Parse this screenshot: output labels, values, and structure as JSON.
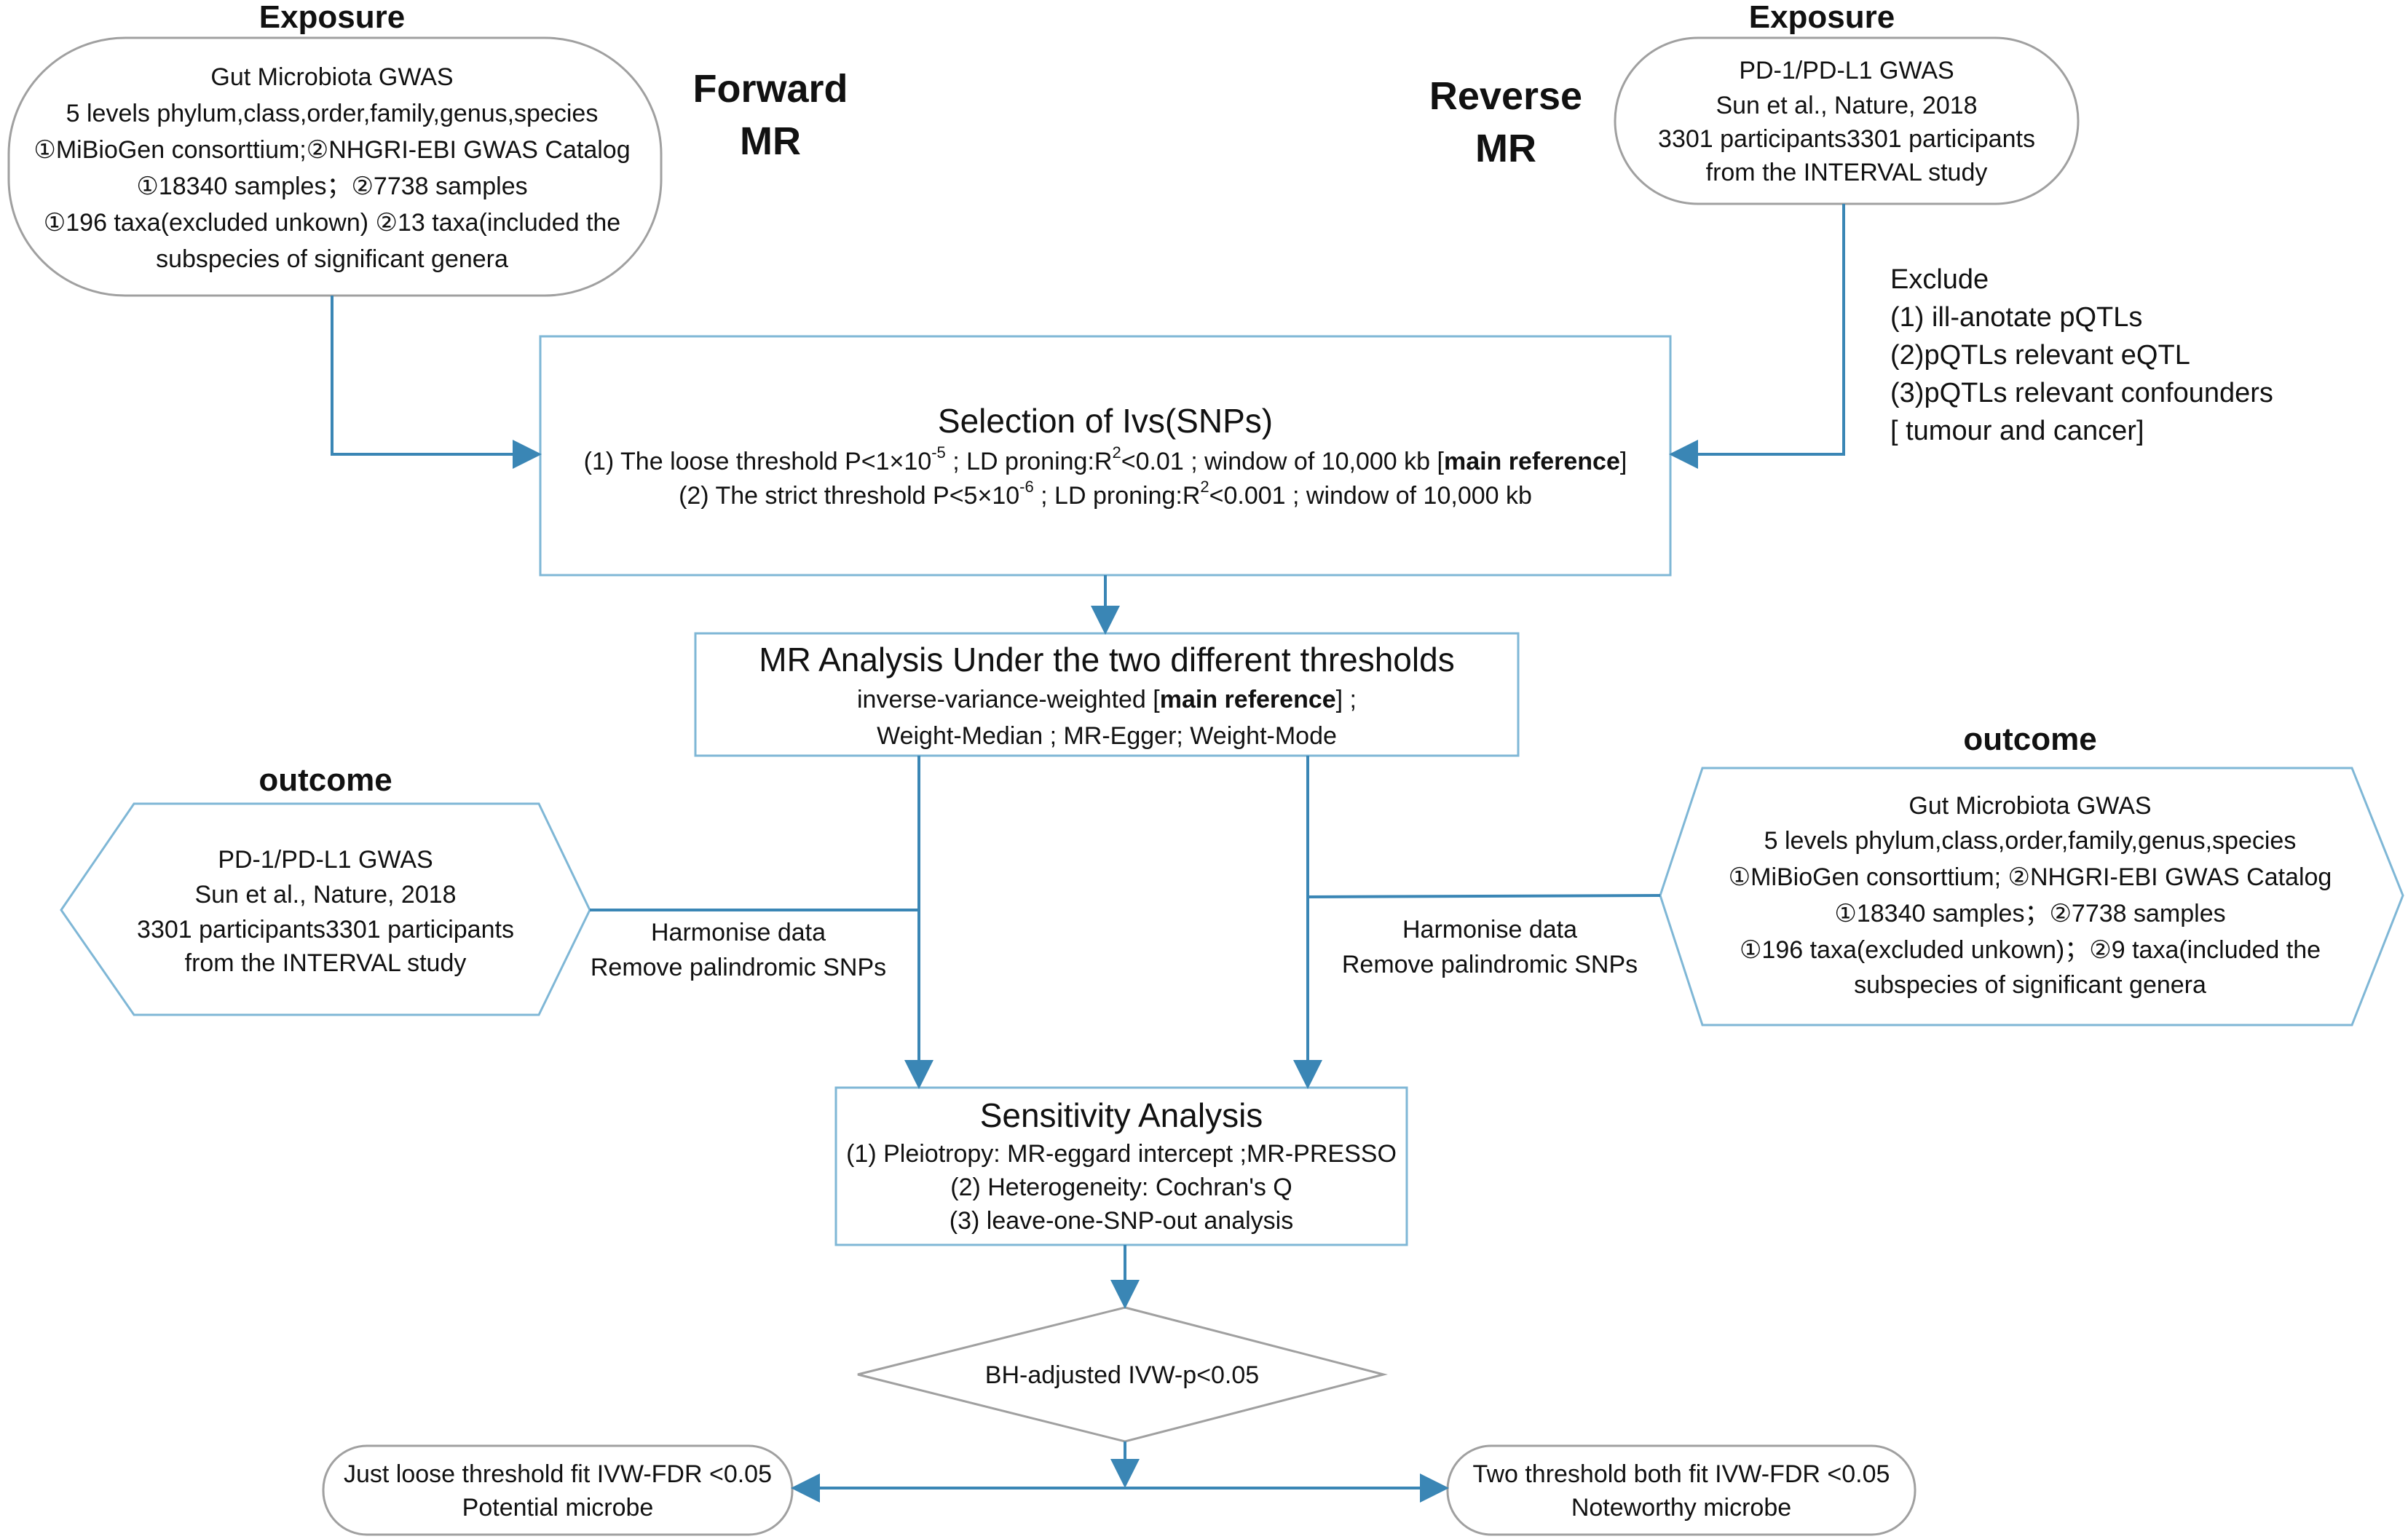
{
  "colors": {
    "box_border": "#7fb7d6",
    "rounded_border": "#a0a0a0",
    "arrow": "#3a86b5"
  },
  "forward_title": [
    "Forward",
    "MR"
  ],
  "reverse_title": [
    "Reverse",
    "MR"
  ],
  "exposure_left": {
    "heading": "Exposure",
    "lines": [
      "Gut Microbiota GWAS",
      "5 levels phylum,class,order,family,genus,species",
      "①MiBioGen consorttium;②NHGRI-EBI GWAS Catalog",
      "①18340 samples；②7738 samples",
      "①196 taxa(excluded unkown) ②13 taxa(included the",
      "subspecies of significant genera"
    ]
  },
  "exposure_right": {
    "heading": "Exposure",
    "lines": [
      "PD-1/PD-L1 GWAS",
      "Sun et al., Nature, 2018",
      "3301 participants3301 participants",
      "from the INTERVAL study"
    ]
  },
  "exclude": {
    "lines": [
      "Exclude",
      "(1) ill-anotate pQTLs",
      "(2)pQTLs relevant eQTL",
      "(3)pQTLs relevant confounders",
      "[ tumour and cancer]"
    ]
  },
  "selection": {
    "title": "Selection of Ivs(SNPs)",
    "line1": {
      "a": "(1) The loose threshold P<1×10",
      "sup1": "-5",
      "b": " ; LD proning:R",
      "sup2": "2",
      "c": "<0.01 ; window of 10,000 kb [",
      "bold": "main reference",
      "d": "]"
    },
    "line2": {
      "a": "(2) The strict threshold P<5×10",
      "sup1": "-6",
      "b": " ; LD proning:R",
      "sup2": "2",
      "c": "<0.001 ; window of 10,000 kb"
    }
  },
  "mr_analysis": {
    "title": "MR Analysis Under the two different thresholds",
    "line1_a": "inverse-variance-weighted [",
    "line1_bold": "main reference",
    "line1_b": "] ;",
    "line2": "Weight-Median ; MR-Egger; Weight-Mode"
  },
  "outcome_left": {
    "heading": "outcome",
    "lines": [
      "PD-1/PD-L1 GWAS",
      "Sun et al., Nature, 2018",
      "3301 participants3301 participants",
      "from the INTERVAL study"
    ]
  },
  "outcome_right": {
    "heading": "outcome",
    "lines": [
      "Gut Microbiota GWAS",
      "5 levels phylum,class,order,family,genus,species",
      "①MiBioGen consorttium; ②NHGRI-EBI GWAS Catalog",
      "①18340 samples；②7738 samples",
      "①196 taxa(excluded unkown)；②9 taxa(included the",
      "subspecies of significant genera"
    ]
  },
  "harmonise_left": [
    "Harmonise data",
    "Remove palindromic SNPs"
  ],
  "harmonise_right": [
    "Harmonise data",
    "Remove palindromic SNPs"
  ],
  "sensitivity": {
    "title": "Sensitivity Analysis",
    "lines": [
      "(1) Pleiotropy: MR-eggard intercept ;MR-PRESSO",
      "(2) Heterogeneity: Cochran's Q",
      "(3) leave-one-SNP-out analysis"
    ]
  },
  "decision": "BH-adjusted IVW-p<0.05",
  "result_left": [
    "Just loose threshold fit IVW-FDR <0.05",
    "Potential microbe"
  ],
  "result_right": [
    "Two threshold both fit IVW-FDR <0.05",
    "Noteworthy microbe"
  ]
}
